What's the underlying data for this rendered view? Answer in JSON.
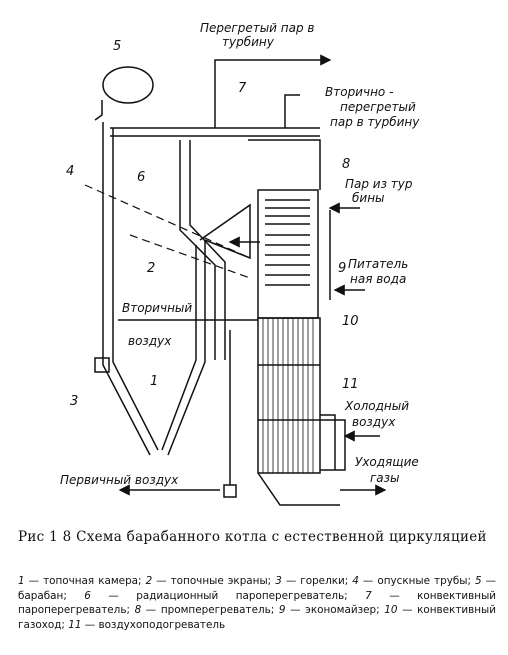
{
  "labels": {
    "superheated_steam": [
      "Перегретый пар в",
      "турбину"
    ],
    "reheated_steam": [
      "Вторично -",
      "перегретый",
      "пар в турбину"
    ],
    "steam_from_turbine": [
      "Пар из тур",
      "бины"
    ],
    "feed_water": [
      "Питатель",
      "ная вода"
    ],
    "secondary_air": [
      "Вторичный",
      "воздух"
    ],
    "primary_air": "Первичный воздух",
    "cold_air": [
      "Холодный",
      "воздух"
    ],
    "flue_gases": [
      "Уходящие",
      "газы"
    ]
  },
  "numbers": [
    "1",
    "2",
    "3",
    "4",
    "5",
    "6",
    "7",
    "8",
    "9",
    "10",
    "11"
  ],
  "caption": {
    "title": "Рис 1 8 Схема барабанного котла с естественной циркуляцией",
    "legend": [
      {
        "num": "1",
        "text": "топочная камера"
      },
      {
        "num": "2",
        "text": "топочные экраны"
      },
      {
        "num": "3",
        "text": "горелки"
      },
      {
        "num": "4",
        "text": "опускные трубы"
      },
      {
        "num": "5",
        "text": "барабан"
      },
      {
        "num": "6",
        "text": "радиационный пароперегреватель"
      },
      {
        "num": "7",
        "text": "конвективный пароперегреватель"
      },
      {
        "num": "8",
        "text": "промперегреватель"
      },
      {
        "num": "9",
        "text": "экономайзер"
      },
      {
        "num": "10",
        "text": "конвективный газоход"
      },
      {
        "num": "11",
        "text": "воздухоподогреватель"
      }
    ]
  }
}
